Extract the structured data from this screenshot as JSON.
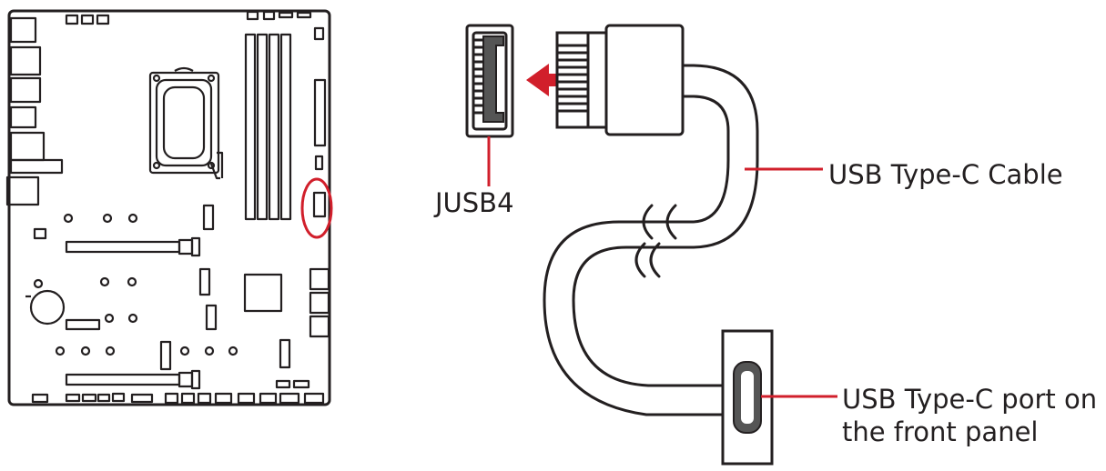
{
  "colors": {
    "line": "#231f20",
    "accent": "#d11f2b",
    "connector_fill": "#555555",
    "background": "#ffffff"
  },
  "labels": {
    "connector": "JUSB4",
    "cable": "USB Type-C Cable",
    "port_line1": "USB Type-C port on",
    "port_line2": "the front panel"
  },
  "icons": {
    "insert_direction": "arrow-left-icon"
  }
}
